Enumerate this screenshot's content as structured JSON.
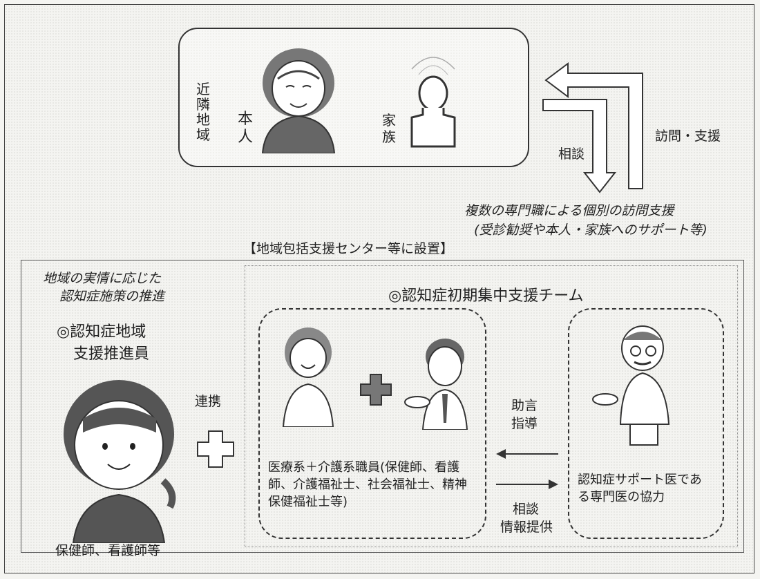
{
  "top": {
    "neighborhood": "近隣地域",
    "person": "本人",
    "family": "家族",
    "consult": "相談",
    "visit_support": "訪問・支援",
    "caption_line1": "複数の専門職による個別の訪問支援",
    "caption_line2": "(受診勧奨や本人・家族へのサポート等)"
  },
  "setting_label": "【地域包括支援センター等に設置】",
  "left": {
    "italic_line1": "地域の実情に応じた",
    "italic_line2": "認知症施策の推進",
    "role_line1": "◎認知症地域",
    "role_line2": "支援推進員",
    "link": "連携",
    "staff": "保健師、看護師等"
  },
  "team": {
    "title": "◎認知症初期集中支援チーム",
    "members_text": "医療系＋介護系職員(保健師、看護師、介護福祉士、社会福祉士、精神保健福祉士等)",
    "advice_line1": "助言",
    "advice_line2": "指導",
    "consult_line1": "相談",
    "consult_line2": "情報提供",
    "doctor_text": "認知症サポート医である専門医の協力"
  }
}
